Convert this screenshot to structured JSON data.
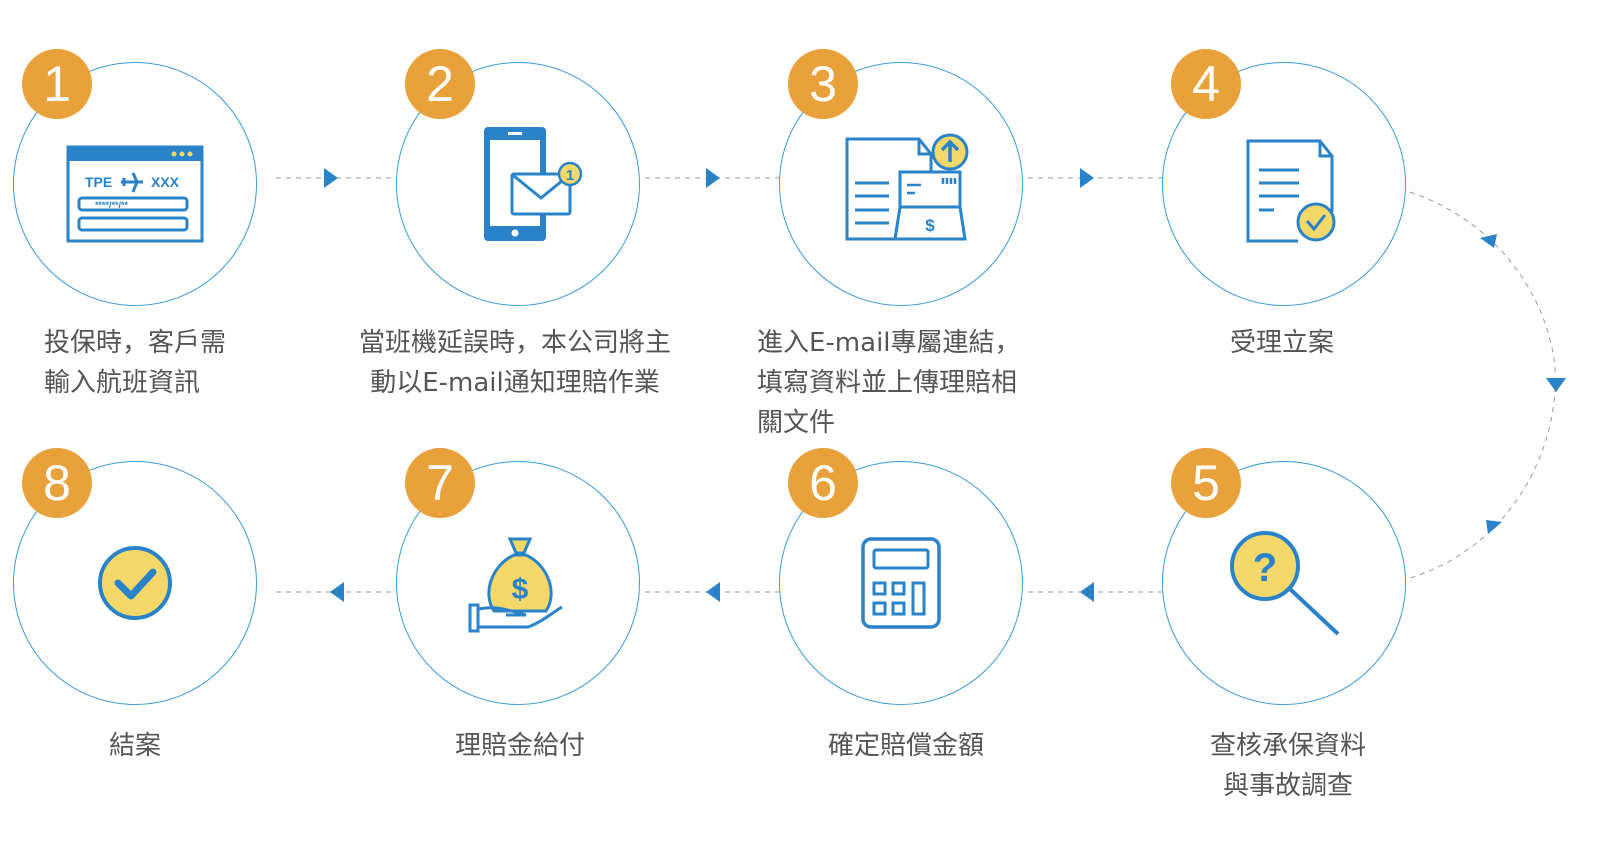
{
  "colors": {
    "accent": "#2a82c8",
    "badge": "#e9a23b",
    "highlight": "#f5d86a",
    "ring": "#3a9ad9",
    "text": "#555555"
  },
  "steps": [
    {
      "number": "1",
      "icon": "flight-booking-form-icon",
      "lines": [
        "投保時，客戶需",
        "輸入航班資訊"
      ],
      "icon_text": {
        "from": "TPE",
        "to": "XXX",
        "field": "****/**/**"
      }
    },
    {
      "number": "2",
      "icon": "phone-email-notification-icon",
      "lines": [
        "當班機延誤時，本公司將主",
        "動以E-mail通知理賠作業"
      ],
      "icon_text": {
        "badge": "1"
      }
    },
    {
      "number": "3",
      "icon": "upload-documents-icon",
      "lines": [
        "進入E-mail專屬連結，",
        "填寫資料並上傳理賠相",
        "關文件"
      ],
      "icon_text": {
        "currency": "$"
      }
    },
    {
      "number": "4",
      "icon": "document-approved-icon",
      "lines": [
        "受理立案"
      ]
    },
    {
      "number": "5",
      "icon": "magnifier-question-icon",
      "lines": [
        "查核承保資料",
        "與事故調查"
      ],
      "icon_text": {
        "mark": "?"
      }
    },
    {
      "number": "6",
      "icon": "calculator-icon",
      "lines": [
        "確定賠償金額"
      ]
    },
    {
      "number": "7",
      "icon": "money-bag-hand-icon",
      "lines": [
        "理賠金給付"
      ],
      "icon_text": {
        "currency": "$"
      }
    },
    {
      "number": "8",
      "icon": "check-circle-icon",
      "lines": [
        "結案"
      ]
    }
  ]
}
